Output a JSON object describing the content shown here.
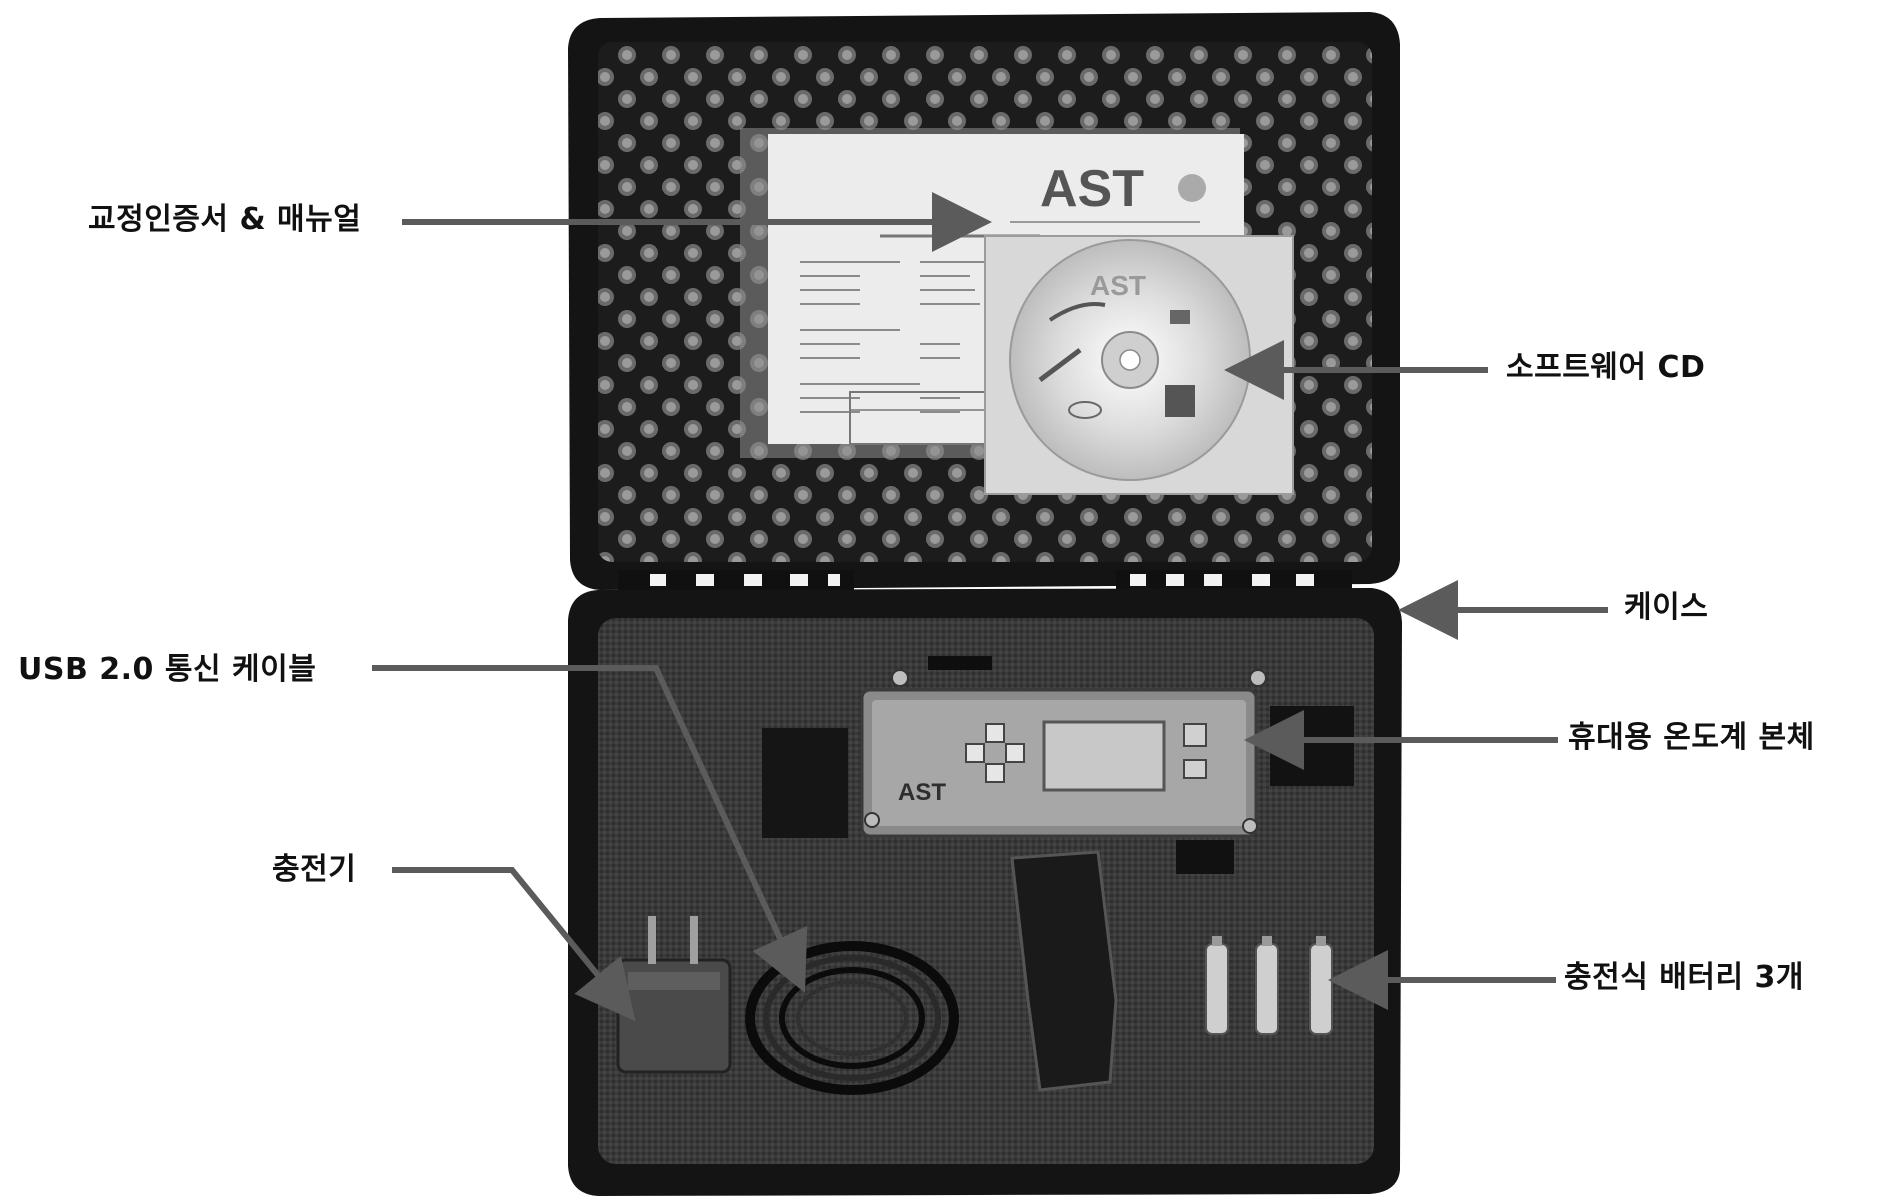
{
  "callouts": {
    "certificate_manual": "교정인증서 & 매뉴얼",
    "software_cd": "소프트웨어 CD",
    "case": "케이스",
    "usb_cable": "USB 2.0 통신 케이블",
    "thermometer_body": "휴대용 온도계 본체",
    "charger": "충전기",
    "batteries": "충전식 배터리 3개"
  },
  "document": {
    "logo": "AST",
    "cd_logo": "AST"
  },
  "device": {
    "brand": "AST"
  },
  "colors": {
    "arrow": "#5b5b5b",
    "case_shell": "#151515",
    "foam": "#2b2b2b",
    "paper": "#e9e9e9"
  }
}
